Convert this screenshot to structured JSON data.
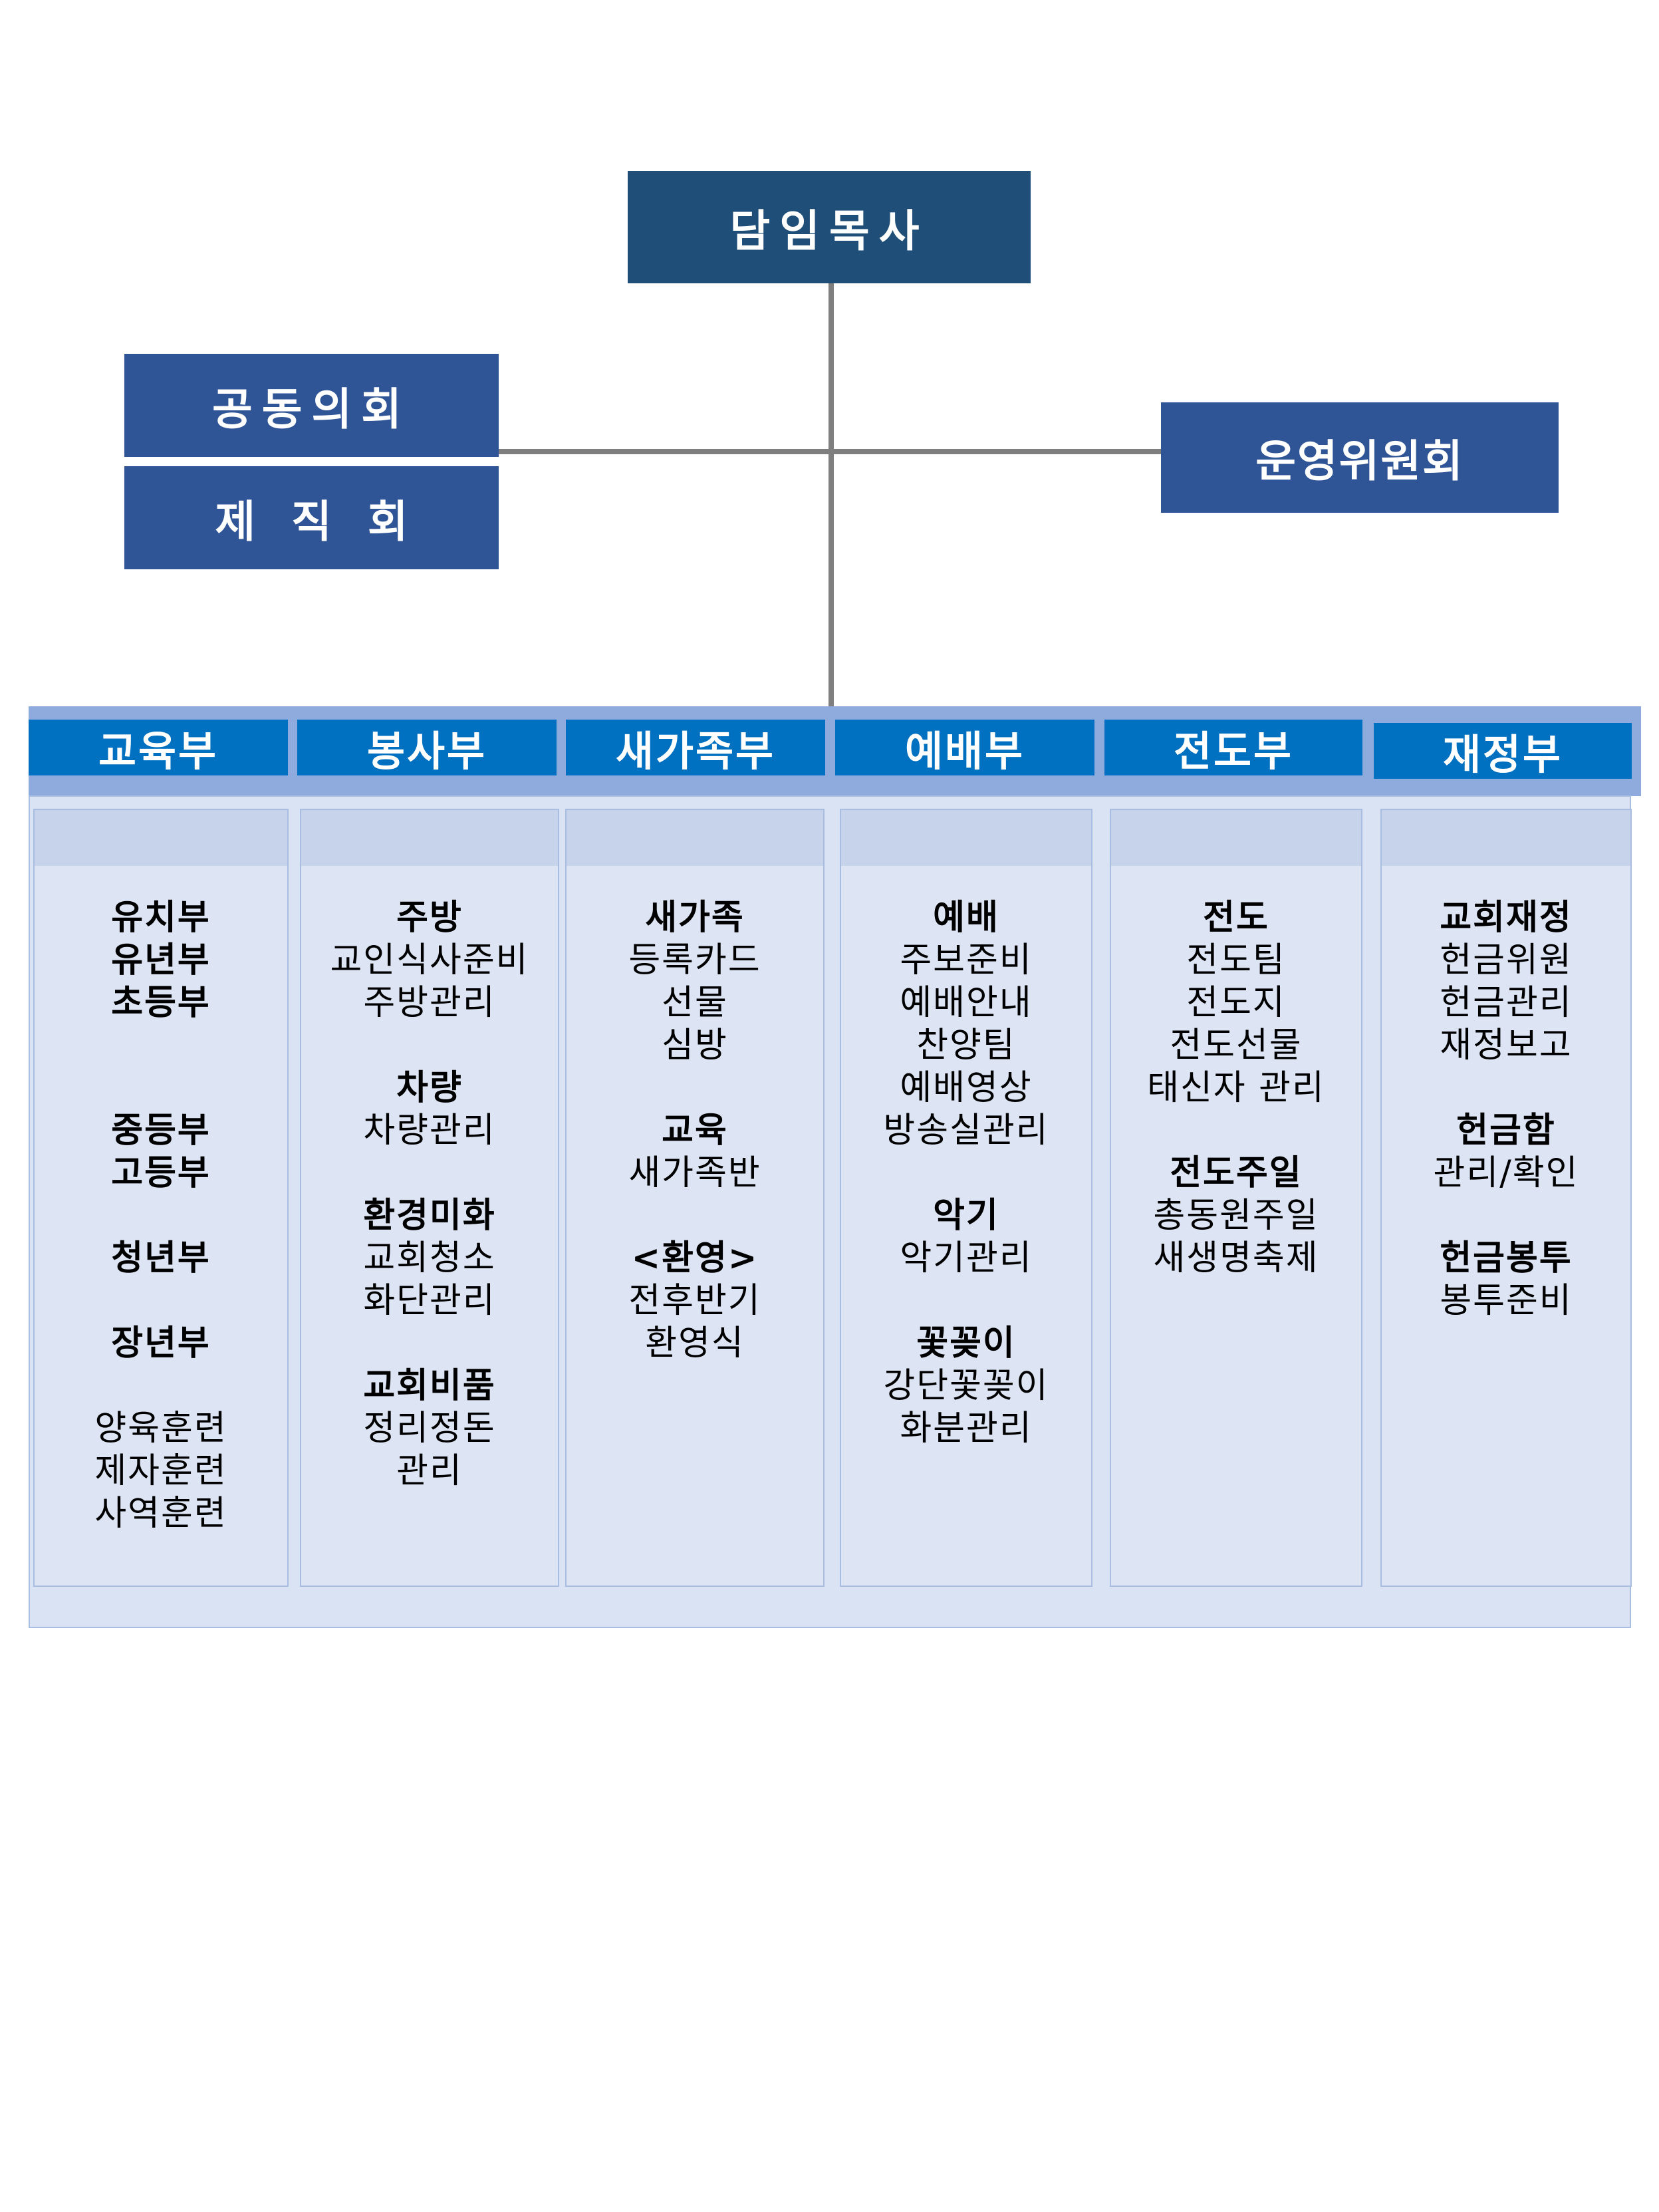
{
  "top": {
    "pastor": "담임목사",
    "joint_council": "공동의회",
    "staff_council": "제직회",
    "committee": "운영위원회"
  },
  "departments": [
    {
      "name": "교육부",
      "groups": [
        [
          "유치부",
          "유년부",
          "초등부"
        ],
        [
          "중등부",
          "고등부"
        ],
        [
          "청년부"
        ],
        [
          "장년부"
        ],
        [
          "양육훈련",
          "제자훈련",
          "사역훈련"
        ]
      ]
    },
    {
      "name": "봉사부",
      "groups": [
        [
          "주방",
          "교인식사준비",
          "주방관리"
        ],
        [
          "차량",
          "차량관리"
        ],
        [
          "환경미화",
          "교회청소",
          "화단관리"
        ],
        [
          "교회비품",
          "정리정돈",
          "관리"
        ]
      ]
    },
    {
      "name": "새가족부",
      "groups": [
        [
          "새가족",
          "등록카드",
          "선물",
          "심방"
        ],
        [
          "교육",
          "새가족반"
        ],
        [
          "<환영>",
          "전후반기",
          "환영식"
        ]
      ]
    },
    {
      "name": "예배부",
      "groups": [
        [
          "예배",
          "주보준비",
          "예배안내",
          "찬양팀",
          "예배영상",
          "방송실관리"
        ],
        [
          "악기",
          "악기관리"
        ],
        [
          "꽃꽂이",
          "강단꽃꽂이",
          "화분관리"
        ]
      ]
    },
    {
      "name": "전도부",
      "groups": [
        [
          "전도",
          "전도팀",
          "전도지",
          "전도선물",
          "태신자 관리"
        ],
        [
          "전도주일",
          "총동원주일",
          "새생명축제"
        ]
      ]
    },
    {
      "name": "재정부",
      "groups": [
        [
          "교회재정",
          "헌금위원",
          "헌금관리",
          "재정보고"
        ],
        [
          "헌금함",
          "관리/확인"
        ],
        [
          "헌금봉투",
          "봉투준비"
        ]
      ]
    }
  ]
}
